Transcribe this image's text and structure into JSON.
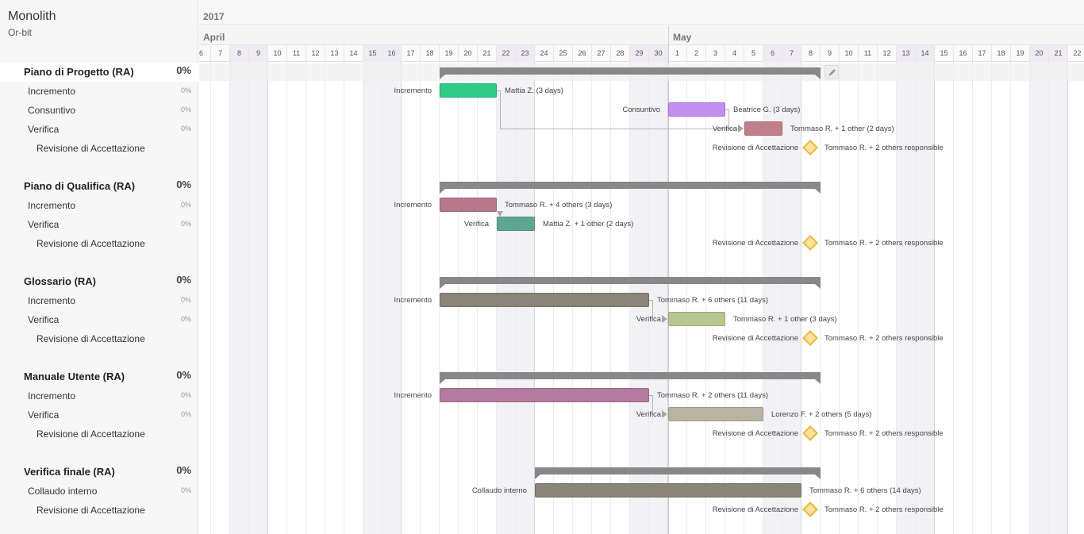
{
  "project": {
    "title": "Monolith",
    "subtitle": "Or-bit"
  },
  "timeline": {
    "year": "2017",
    "months": [
      "April",
      "May"
    ],
    "days": [
      "6",
      "7",
      "8",
      "9",
      "10",
      "11",
      "12",
      "13",
      "14",
      "15",
      "16",
      "17",
      "18",
      "19",
      "20",
      "21",
      "22",
      "23",
      "24",
      "25",
      "26",
      "27",
      "28",
      "29",
      "30",
      "1",
      "2",
      "3",
      "4",
      "5",
      "6",
      "7",
      "8",
      "9",
      "10",
      "11",
      "12",
      "13",
      "14",
      "15",
      "16",
      "17",
      "18",
      "19",
      "20",
      "21",
      "22"
    ]
  },
  "groups": [
    {
      "name": "Piano di Progetto (RA)",
      "progress": "0%",
      "tasks": [
        {
          "name": "Incremento",
          "progress": "0%",
          "bar_label": "Incremento",
          "assignee": "Mattia Z. (3 days)",
          "color": "#2ecc85"
        },
        {
          "name": "Consuntivo",
          "progress": "0%",
          "bar_label": "Consuntivo",
          "assignee": "Beatrice G. (3 days)",
          "color": "#c38ff2"
        },
        {
          "name": "Verifica",
          "progress": "0%",
          "bar_label": "Verifica",
          "assignee": "Tommaso R. + 1 other (2 days)",
          "color": "#bf8089"
        }
      ],
      "milestone": {
        "name": "Revisione di Accettazione",
        "bar_label": "Revisione di Accettazione",
        "assignee": "Tommaso R. + 2 others responsible"
      }
    },
    {
      "name": "Piano di Qualifica (RA)",
      "progress": "0%",
      "tasks": [
        {
          "name": "Incremento",
          "progress": "0%",
          "bar_label": "Incremento",
          "assignee": "Tommaso R. + 4 others (3 days)",
          "color": "#b7788c"
        },
        {
          "name": "Verifica",
          "progress": "0%",
          "bar_label": "Verifica",
          "assignee": "Mattia Z. + 1 other (2 days)",
          "color": "#5fa692"
        }
      ],
      "milestone": {
        "name": "Revisione di Accettazione",
        "bar_label": "Revisione di Accettazione",
        "assignee": "Tommaso R. + 2 others responsible"
      }
    },
    {
      "name": "Glossario (RA)",
      "progress": "0%",
      "tasks": [
        {
          "name": "Incremento",
          "progress": "0%",
          "bar_label": "Incremento",
          "assignee": "Tommaso R. + 6 others (11 days)",
          "color": "#8b8478"
        },
        {
          "name": "Verifica",
          "progress": "0%",
          "bar_label": "Verifica",
          "assignee": "Tommaso R. + 1 other (3 days)",
          "color": "#b8c78f"
        }
      ],
      "milestone": {
        "name": "Revisione di Accettazione",
        "bar_label": "Revisione di Accettazione",
        "assignee": "Tommaso R. + 2 others responsible"
      }
    },
    {
      "name": "Manuale Utente (RA)",
      "progress": "0%",
      "tasks": [
        {
          "name": "Incremento",
          "progress": "0%",
          "bar_label": "Incremento",
          "assignee": "Tommaso R. + 2 others (11 days)",
          "color": "#b57aa0"
        },
        {
          "name": "Verifica",
          "progress": "0%",
          "bar_label": "Verifica",
          "assignee": "Lorenzo F. + 2 others (5 days)",
          "color": "#b9b3a3"
        }
      ],
      "milestone": {
        "name": "Revisione di Accettazione",
        "bar_label": "Revisione di Accettazione",
        "assignee": "Tommaso R. + 2 others responsible"
      }
    },
    {
      "name": "Verifica finale (RA)",
      "progress": "0%",
      "tasks": [
        {
          "name": "Collaudo interno",
          "progress": "0%",
          "bar_label": "Collaudo interno",
          "assignee": "Tommaso R. + 6 others (14 days)",
          "color": "#8b8478"
        }
      ],
      "milestone": {
        "name": "Revisione di Accettazione",
        "bar_label": "Revisione di Accettazione",
        "assignee": "Tommaso R. + 2 others responsible"
      }
    }
  ],
  "icons": {
    "edit": "pencil-icon"
  }
}
